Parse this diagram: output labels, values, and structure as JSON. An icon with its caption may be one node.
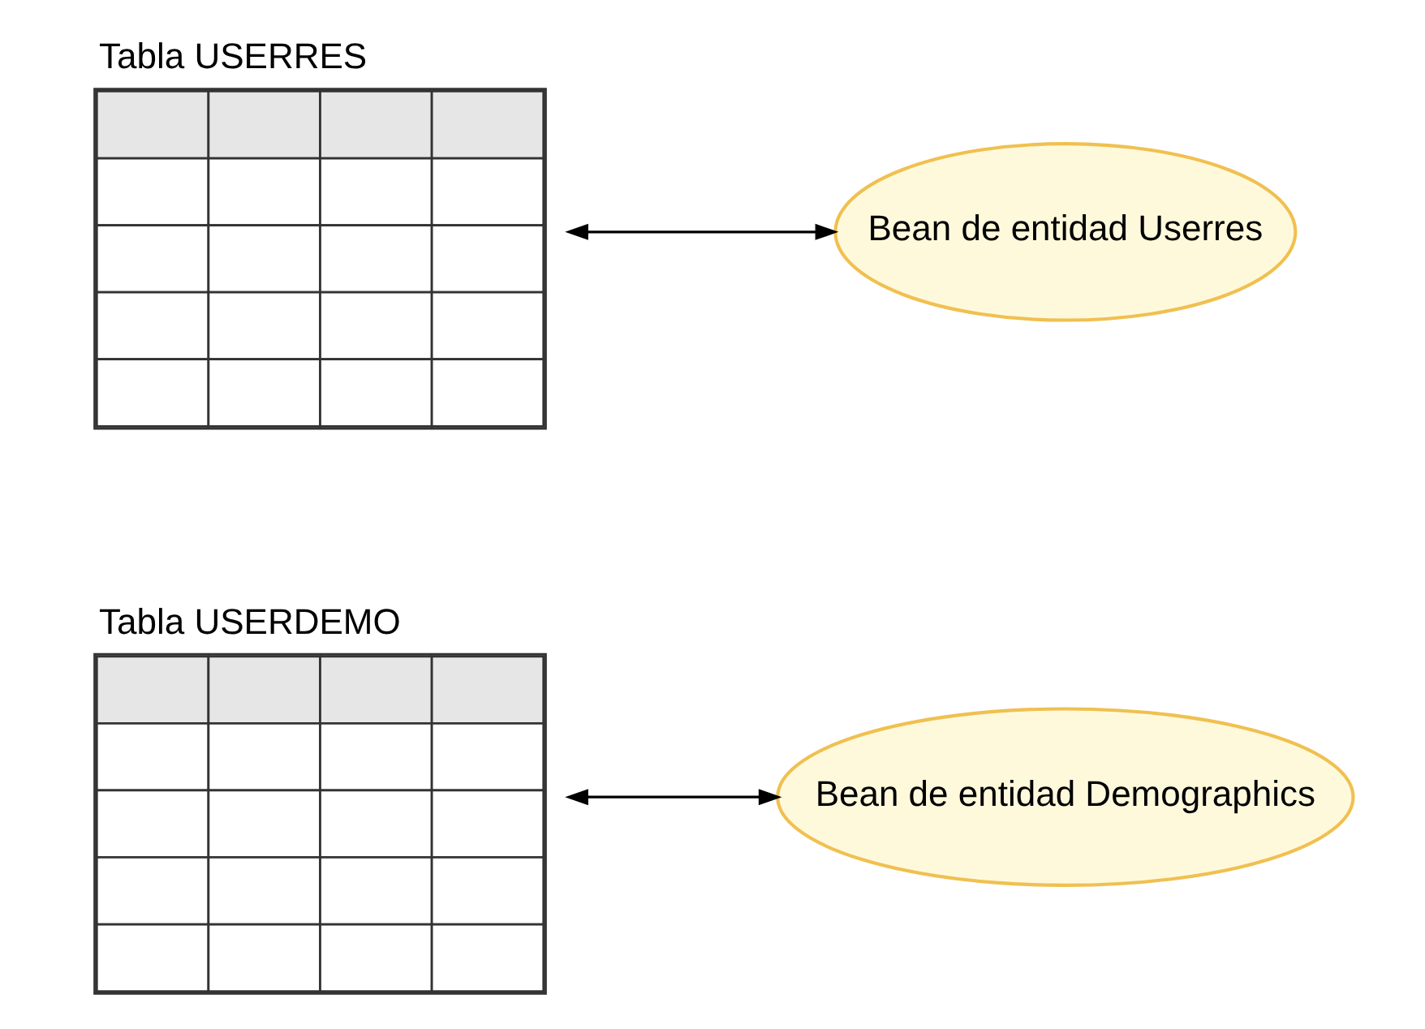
{
  "diagram": {
    "nodes": [
      {
        "text": [
          "Tabla USERDEMO"
        ]
      },
      {
        "text": [
          "Bean de entidad Demographics"
        ]
      },
      {
        "text": [
          "Tabla USERRES"
        ]
      },
      {
        "text": [
          "Bean de entidad Userres"
        ]
      }
    ],
    "edges": [
      {
        "from": 0,
        "to": 1,
        "arrow": "both"
      },
      {
        "from": 2,
        "to": 3,
        "arrow": "both"
      }
    ]
  }
}
